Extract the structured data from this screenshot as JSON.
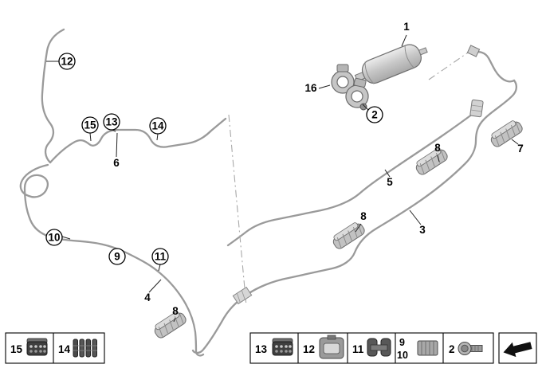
{
  "diagram": {
    "background": "#ffffff",
    "line_color": "#9a9a9a",
    "label_color": "#000000"
  },
  "callouts": {
    "n1": "1",
    "n2": "2",
    "n3": "3",
    "n4": "4",
    "n5": "5",
    "n6": "6",
    "n7": "7",
    "n8": "8",
    "n9": "9",
    "n10": "10",
    "n11": "11",
    "n12": "12",
    "n13": "13",
    "n14": "14",
    "n15": "15",
    "n16": "16"
  },
  "legend": {
    "groups": [
      {
        "cells": [
          {
            "num": "15",
            "icon": "cable-clip-icon"
          },
          {
            "num": "14",
            "icon": "grommet-stack-icon"
          }
        ]
      },
      {
        "cells": [
          {
            "num": "13",
            "icon": "cable-clip-icon"
          },
          {
            "num": "12",
            "icon": "line-holder-icon"
          },
          {
            "num": "11",
            "icon": "double-clip-icon"
          },
          {
            "num": "9",
            "num2": "10",
            "icon": "rubber-damper-icon"
          },
          {
            "num": "2",
            "icon": "hex-screw-icon"
          }
        ]
      }
    ],
    "direction_symbol": "direction-arrow-icon"
  }
}
